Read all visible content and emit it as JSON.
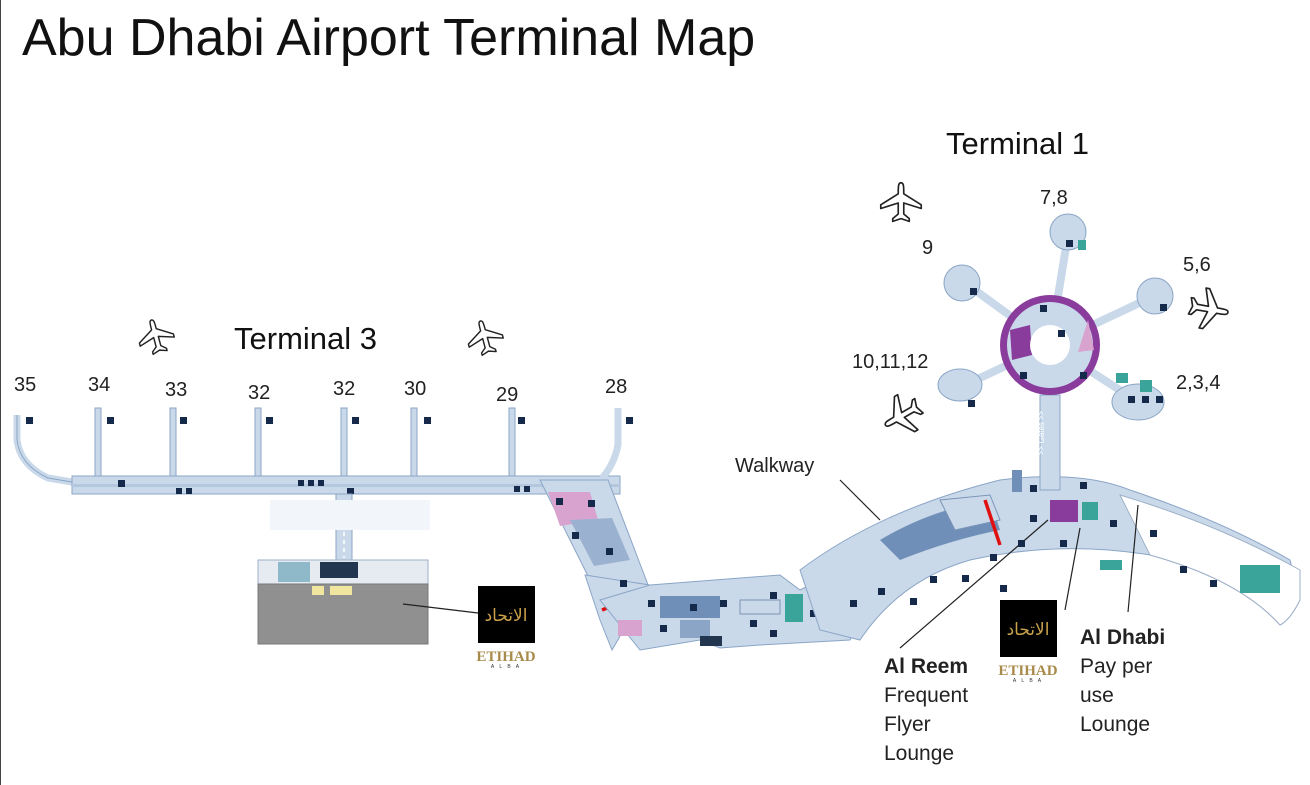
{
  "title": "Abu Dhabi Airport Terminal Map",
  "terminals": {
    "t1": "Terminal 1",
    "t3": "Terminal 3"
  },
  "gates_t3": [
    "35",
    "34",
    "33",
    "32",
    "32",
    "30",
    "29",
    "28"
  ],
  "gates_t1": {
    "g78": "7,8",
    "g9": "9",
    "g56": "5,6",
    "g101112": "10,11,12",
    "g234": "2,3,4"
  },
  "labels": {
    "walkway": "Walkway",
    "gates_corridor": ">> Gates >>"
  },
  "lounges": {
    "al_reem": {
      "name": "Al Reem",
      "lines": [
        "Frequent",
        "Flyer",
        "Lounge"
      ]
    },
    "al_dhabi": {
      "name": "Al Dhabi",
      "lines": [
        "Pay per",
        "use",
        "Lounge"
      ]
    }
  },
  "logo": {
    "arabic": "الاتحاد",
    "latin": "ETIHAD",
    "sub": "A L B A"
  },
  "colors": {
    "floor": "#c9d9ea",
    "floor_dark": "#6f8fb8",
    "purple": "#8a3c9c",
    "teal": "#3aa39a",
    "pink": "#d8a3cf",
    "red_line": "#e01010",
    "lounge_grey": "#909090"
  }
}
